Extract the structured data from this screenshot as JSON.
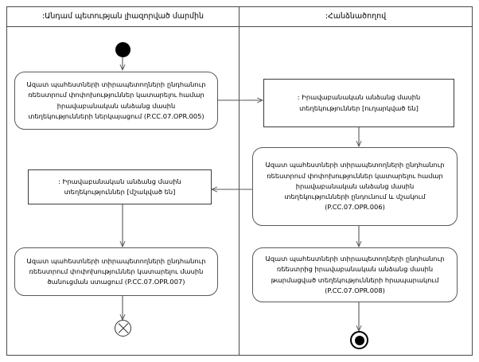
{
  "diagram": {
    "type": "uml-activity-diagram",
    "swimlanes": [
      {
        "id": "left",
        "title": ":Անդամ պետության լիազորված մարմին"
      },
      {
        "id": "right",
        "title": ":Հանձնածողով"
      }
    ]
  },
  "nodes": {
    "initial": {
      "name": "initial-node",
      "label": ""
    },
    "left_action_1": {
      "lines": [
        "Ազատ պահեստների տիրապետողների ընդհանուր",
        "ռեեստրում փոփոխություններ կատարելու համար",
        "իրավաբանական անձանց մասին",
        "տեղեկությունների ներկայացում (P.CC.07.OPR.005)"
      ]
    },
    "right_object_1": {
      "lines": [
        ": Իրավաբանական անձանց մասին",
        "տեղեկություններ [ուղարկված են]"
      ]
    },
    "right_action_1": {
      "lines": [
        "Ազատ պահեստների տիրապետողների ընդհանուր",
        "ռեեստրում փոփոխություններ կատարելու համար",
        "իրավաբանական անձանց մասին",
        "տեղեկությունների ընդունում և մշակում",
        "(P.CC.07.OPR.006)"
      ]
    },
    "left_object_1": {
      "lines": [
        ": Իրավաբանական անձանց մասին",
        "տեղեկություններ [մշակված են]"
      ]
    },
    "left_action_2": {
      "lines": [
        "Ազատ պահեստների տիրապետողների ընդհանուր",
        "ռեեստրում փոփոխություններ կատարելու մասին",
        "ծանուցման ստացում (P.CC.07.OPR.007)"
      ]
    },
    "right_action_2": {
      "lines": [
        "Ազատ պահեստների տիրապետողների ընդհանուր",
        "ռեեստրից իրավաբանական անձանց մասին",
        "թարմացված տեղեկությունների հրապարակում",
        "(P.CC.07.OPR.008)"
      ]
    },
    "flow_final": {
      "name": "flow-final-node",
      "label": ""
    },
    "activity_final": {
      "name": "activity-final-node",
      "label": ""
    }
  },
  "colors": {
    "frame_stroke": "#4a4a4a",
    "node_stroke": "#5a5a5a",
    "object_stroke": "#3a3a3a",
    "edge_stroke": "#555555",
    "node_fill": "#ffffff",
    "control_fill": "#000000",
    "background": "#ffffff",
    "text": "#000000"
  }
}
